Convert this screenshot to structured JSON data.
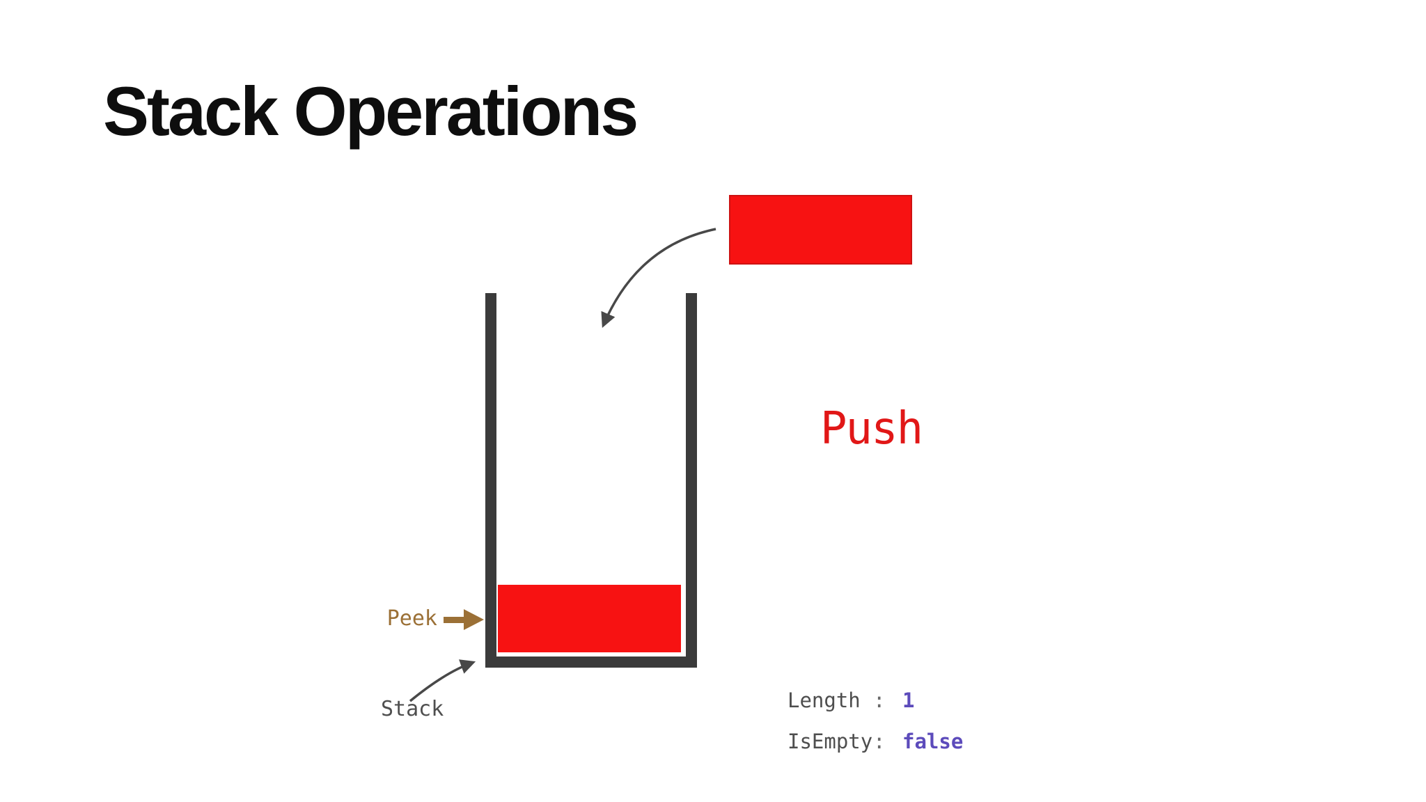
{
  "slide": {
    "title": "Stack Operations"
  },
  "diagram": {
    "operation_label": "Push",
    "peek_label": "Peek",
    "stack_label": "Stack",
    "status": [
      {
        "label": "Length",
        "separator": ":",
        "value": "1"
      },
      {
        "label": "IsEmpty",
        "separator": ":",
        "value": "false"
      }
    ],
    "icons": {
      "push_arrow": "push-curved-arrow-icon",
      "peek_arrow": "peek-arrow-icon",
      "stack_pointer": "stack-pointer-arrow-icon"
    },
    "colors": {
      "element_red": "#F71212",
      "element_red_border": "#CE1212",
      "push_text_red": "#E11717",
      "container_dark": "#3B3B3B",
      "arrow_gray": "#484848",
      "peek_brown": "#9B7036",
      "label_gray": "#4E4E4E",
      "separator_gray": "#6A6A6A",
      "value_purple": "#5C4BBB",
      "title_black": "#0E0E0E",
      "background": "#FFFFFF"
    }
  }
}
